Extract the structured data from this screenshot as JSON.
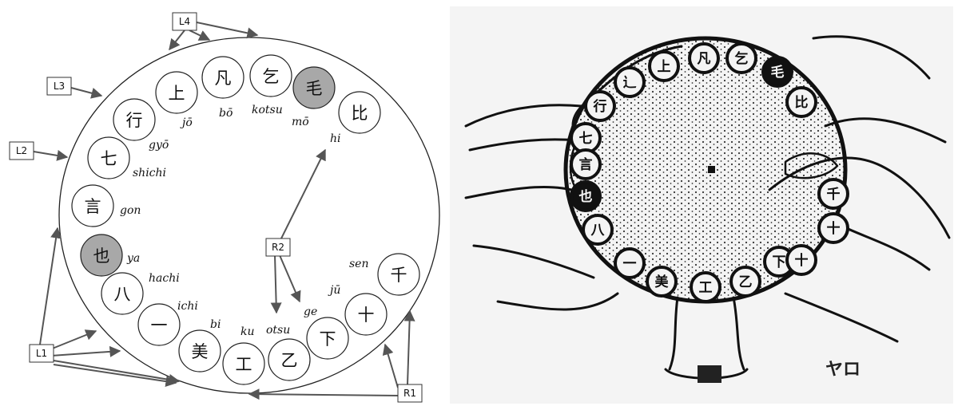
{
  "diagram": {
    "circles": [
      {
        "id": "ya",
        "kanji": "也",
        "roman": "ya",
        "shaded": true
      },
      {
        "id": "gon",
        "kanji": "言",
        "roman": "gon",
        "shaded": false
      },
      {
        "id": "shichi",
        "kanji": "七",
        "roman": "shichi",
        "shaded": false
      },
      {
        "id": "gyo",
        "kanji": "行",
        "roman": "gyō",
        "shaded": false
      },
      {
        "id": "jo",
        "kanji": "上",
        "roman": "jō",
        "shaded": false
      },
      {
        "id": "bo",
        "kanji": "凡",
        "roman": "bō",
        "shaded": false
      },
      {
        "id": "kotsu",
        "kanji": "乞",
        "roman": "kotsu",
        "shaded": false
      },
      {
        "id": "mo",
        "kanji": "毛",
        "roman": "mō",
        "shaded": true
      },
      {
        "id": "hi",
        "kanji": "比",
        "roman": "hi",
        "shaded": false
      },
      {
        "id": "hachi",
        "kanji": "八",
        "roman": "hachi",
        "shaded": false
      },
      {
        "id": "ichi",
        "kanji": "一",
        "roman": "ichi",
        "shaded": false
      },
      {
        "id": "bi",
        "kanji": "美",
        "roman": "bi",
        "shaded": false
      },
      {
        "id": "ku",
        "kanji": "工",
        "roman": "ku",
        "shaded": false
      },
      {
        "id": "otsu",
        "kanji": "乙",
        "roman": "otsu",
        "shaded": false
      },
      {
        "id": "ge",
        "kanji": "下",
        "roman": "ge",
        "shaded": false
      },
      {
        "id": "ju",
        "kanji": "十",
        "roman": "jū",
        "shaded": false
      },
      {
        "id": "sen",
        "kanji": "千",
        "roman": "sen",
        "shaded": false
      }
    ],
    "tags": [
      {
        "id": "L4",
        "text": "L4"
      },
      {
        "id": "L3",
        "text": "L3"
      },
      {
        "id": "L2",
        "text": "L2"
      },
      {
        "id": "L1",
        "text": "L1"
      },
      {
        "id": "R2",
        "text": "R2"
      },
      {
        "id": "R1",
        "text": "R1"
      }
    ],
    "shade_color": "#a8a8a8",
    "stroke_color": "#555555"
  },
  "illustration": {
    "signature": "ヤロ",
    "ring_kanji_top": [
      "辶",
      "上",
      "凡",
      "乞",
      "毛",
      "比"
    ],
    "ring_kanji_left": [
      "行",
      "七",
      "言",
      "也",
      "八"
    ],
    "ring_kanji_bottom": [
      "一",
      "美",
      "工",
      "乙",
      "下"
    ],
    "ring_kanji_right": [
      "千",
      "十",
      "十"
    ]
  }
}
